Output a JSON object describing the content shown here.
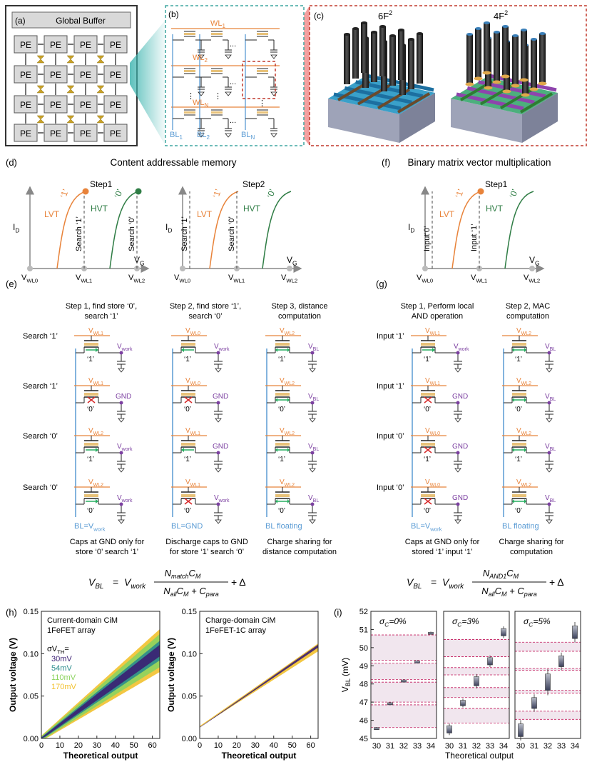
{
  "panel_a": {
    "label": "(a)",
    "buffer_label": "Global Buffer",
    "pe_label": "PE"
  },
  "panel_b": {
    "label": "(b)",
    "wl1": "WL",
    "wl1_sub": "1",
    "wl2": "WL",
    "wl2_sub": "2",
    "wln": "WL",
    "wln_sub": "N",
    "bl1": "BL",
    "bl1_sub": "1",
    "bl2": "BL",
    "bl2_sub": "2",
    "bln": "BL",
    "bln_sub": "N",
    "dots": "..."
  },
  "panel_c": {
    "label": "(c)",
    "left_title": "6F",
    "right_title": "4F",
    "sup": "2"
  },
  "panel_d": {
    "label": "(d)",
    "title": "Content addressable memory",
    "step1": "Step1",
    "step2": "Step2",
    "lvt": "LVT",
    "hvt": "HVT",
    "one": "‘1’",
    "zero": "‘0’",
    "search1": "Search ‘1’",
    "search0": "Search ‘0’",
    "id": "I",
    "id_sub": "D",
    "vg": "V",
    "vg_sub": "G",
    "vwl0": "V",
    "vwl0_sub": "WL0",
    "vwl1": "V",
    "vwl1_sub": "WL1",
    "vwl2": "V",
    "vwl2_sub": "WL2"
  },
  "panel_f": {
    "label": "(f)",
    "title": "Binary matrix vector multiplication",
    "step1": "Step1",
    "input0": "Input‘0’",
    "input1": "Input ‘1’"
  },
  "panel_e": {
    "label": "(e)",
    "col1_head1": "Step 1, find store ‘0’,",
    "col1_head2": "search ‘1’",
    "col2_head1": "Step 2, find store ‘1’,",
    "col2_head2": "search ‘0’",
    "col3_head1": "Step 3, distance",
    "col3_head2": "computation",
    "rows": [
      "Search ‘1’",
      "Search ‘1’",
      "Search ‘0’",
      "Search ‘0’"
    ],
    "col1_wl": [
      "WL1",
      "WL1",
      "WL2",
      "WL2"
    ],
    "col2_wl": [
      "WL0",
      "WL0",
      "WL1",
      "WL1"
    ],
    "col3_wl": [
      "WL2",
      "WL2",
      "WL2",
      "WL2"
    ],
    "col1_out": [
      "work",
      "GND",
      "work",
      "work"
    ],
    "col2_out": [
      "work",
      "GND",
      "GND",
      "work"
    ],
    "stored": [
      "‘1’",
      "‘0’",
      "‘1’",
      "‘0’"
    ],
    "col1_bl": "BL=V",
    "col1_bl_sub": "work",
    "col2_bl": "BL=GND",
    "col3_bl": "BL floating",
    "col1_foot1": "Caps at GND only for",
    "col1_foot2": "store ‘0’ search ‘1’",
    "col2_foot1": "Discharge caps to GND",
    "col2_foot2": "for store ‘1’ search ‘0’",
    "col3_foot1": "Charge sharing for",
    "col3_foot2": "distance computation",
    "v": "V",
    "gnd": "GND",
    "vbl_sub": "BL",
    "vwork_sub": "work"
  },
  "panel_g": {
    "label": "(g)",
    "col1_head1": "Step 1, Perform local",
    "col1_head2": "AND operation",
    "col2_head1": "Step 2, MAC",
    "col2_head2": "computation",
    "rows": [
      "Input ‘1’",
      "Input ‘1’",
      "Input ‘0’",
      "Input ‘0’"
    ],
    "col1_wl": [
      "WL1",
      "WL1",
      "WL0",
      "WL0"
    ],
    "col1_out": [
      "work",
      "GND",
      "GND",
      "GND"
    ],
    "stored": [
      "‘1’",
      "‘0’",
      "‘1’",
      "‘0’"
    ],
    "col1_bl": "BL=V",
    "col1_bl_sub": "work",
    "col2_bl": "BL floating",
    "col1_foot1": "Caps at GND only for",
    "col1_foot2": "stored ‘1’ input ‘1’",
    "col2_foot1": "Charge sharing for",
    "col2_foot2": "computation"
  },
  "equations": {
    "left_num": "N",
    "left_num_sub": "match",
    "right_num_sub": "AND1",
    "lhs": "V",
    "lhs_sub": "BL",
    "eq": " = ",
    "vwork": "V",
    "vwork_sub": "work",
    "cm": "C",
    "cm_sub": "M",
    "den_n": "N",
    "den_n_sub": "all",
    "plus": " + ",
    "cpara": "C",
    "cpara_sub": "para",
    "delta": "+ Δ"
  },
  "chart_data": [
    {
      "type": "scatter",
      "panel": "(h)",
      "title": "Current-domain CiM",
      "subtitle": "1FeFET array",
      "xlabel": "Theoretical output",
      "ylabel": "Output voltage (V)",
      "xlim": [
        0,
        64
      ],
      "ylim": [
        0,
        0.15
      ],
      "xticks": [
        "0",
        "10",
        "20",
        "30",
        "40",
        "50",
        "60"
      ],
      "yticks": [
        "0.00",
        "0.05",
        "0.10",
        "0.15"
      ],
      "legend_title": "σV",
      "legend_title_sub": "TH",
      "legend_title_suffix": "=",
      "series": [
        {
          "name": "170mV",
          "color": "#f2c12e",
          "slope": 0.00162,
          "spread": 0.022
        },
        {
          "name": "110mV",
          "color": "#8cd35f",
          "slope": 0.00162,
          "spread": 0.017
        },
        {
          "name": "54mV",
          "color": "#2a8c8c",
          "slope": 0.00162,
          "spread": 0.01
        },
        {
          "name": "30mV",
          "color": "#3b1f73",
          "slope": 0.00162,
          "spread": 0.006
        }
      ]
    },
    {
      "type": "scatter",
      "title": "Charge-domain CiM",
      "subtitle": "1FeFET-1C array",
      "xlabel": "Theoretical output",
      "ylabel": "Output voltage (V)",
      "xlim": [
        0,
        64
      ],
      "ylim": [
        0,
        0.15
      ],
      "xticks": [
        "0",
        "10",
        "20",
        "30",
        "40",
        "50",
        "60"
      ],
      "yticks": [
        "0.00",
        "0.05",
        "0.10",
        "0.15"
      ],
      "series": [
        {
          "name": "170mV",
          "color": "#f2c12e",
          "intercept": 0.014,
          "slope": 0.00146,
          "spread": 0.004
        },
        {
          "name": "30mV",
          "color": "#3b1f73",
          "intercept": 0.013,
          "slope": 0.0015,
          "spread": 0.0015
        }
      ]
    },
    {
      "type": "box",
      "panel": "(i)",
      "ylabel": "V",
      "ylabel_sub": "BL",
      "ylabel_unit": " (mV)",
      "xlabel": "Theoretical output",
      "ylim": [
        45,
        52
      ],
      "yticks": [
        "45",
        "46",
        "47",
        "48",
        "49",
        "50",
        "51",
        "52"
      ],
      "xticks": [
        "30",
        "31",
        "32",
        "33",
        "34"
      ],
      "panels": [
        {
          "label": "σ",
          "label_sub": "C",
          "label_suffix": "=0%",
          "medians": [
            45.55,
            46.92,
            48.17,
            49.22,
            50.8
          ],
          "spread": [
            0.05,
            0.05,
            0.05,
            0.05,
            0.05
          ],
          "bands": [
            [
              45.6,
              46.85
            ],
            [
              47.0,
              48.1
            ],
            [
              48.25,
              49.15
            ],
            [
              49.3,
              50.7
            ]
          ]
        },
        {
          "label": "σ",
          "label_sub": "C",
          "label_suffix": "=3%",
          "medians": [
            45.5,
            46.95,
            48.15,
            49.25,
            50.85
          ],
          "spread": [
            0.2,
            0.15,
            0.25,
            0.2,
            0.2
          ],
          "bands": [
            [
              45.85,
              46.65
            ],
            [
              47.25,
              47.8
            ],
            [
              48.5,
              48.9
            ],
            [
              49.5,
              50.45
            ]
          ]
        },
        {
          "label": "σ",
          "label_sub": "C",
          "label_suffix": "=5%",
          "medians": [
            45.45,
            46.95,
            48.1,
            49.25,
            50.85
          ],
          "spread": [
            0.35,
            0.3,
            0.45,
            0.3,
            0.35
          ],
          "bands": [
            [
              46.05,
              46.5
            ],
            [
              47.5,
              47.65
            ],
            [
              48.75,
              48.85
            ],
            [
              49.8,
              50.3
            ]
          ]
        }
      ]
    }
  ]
}
